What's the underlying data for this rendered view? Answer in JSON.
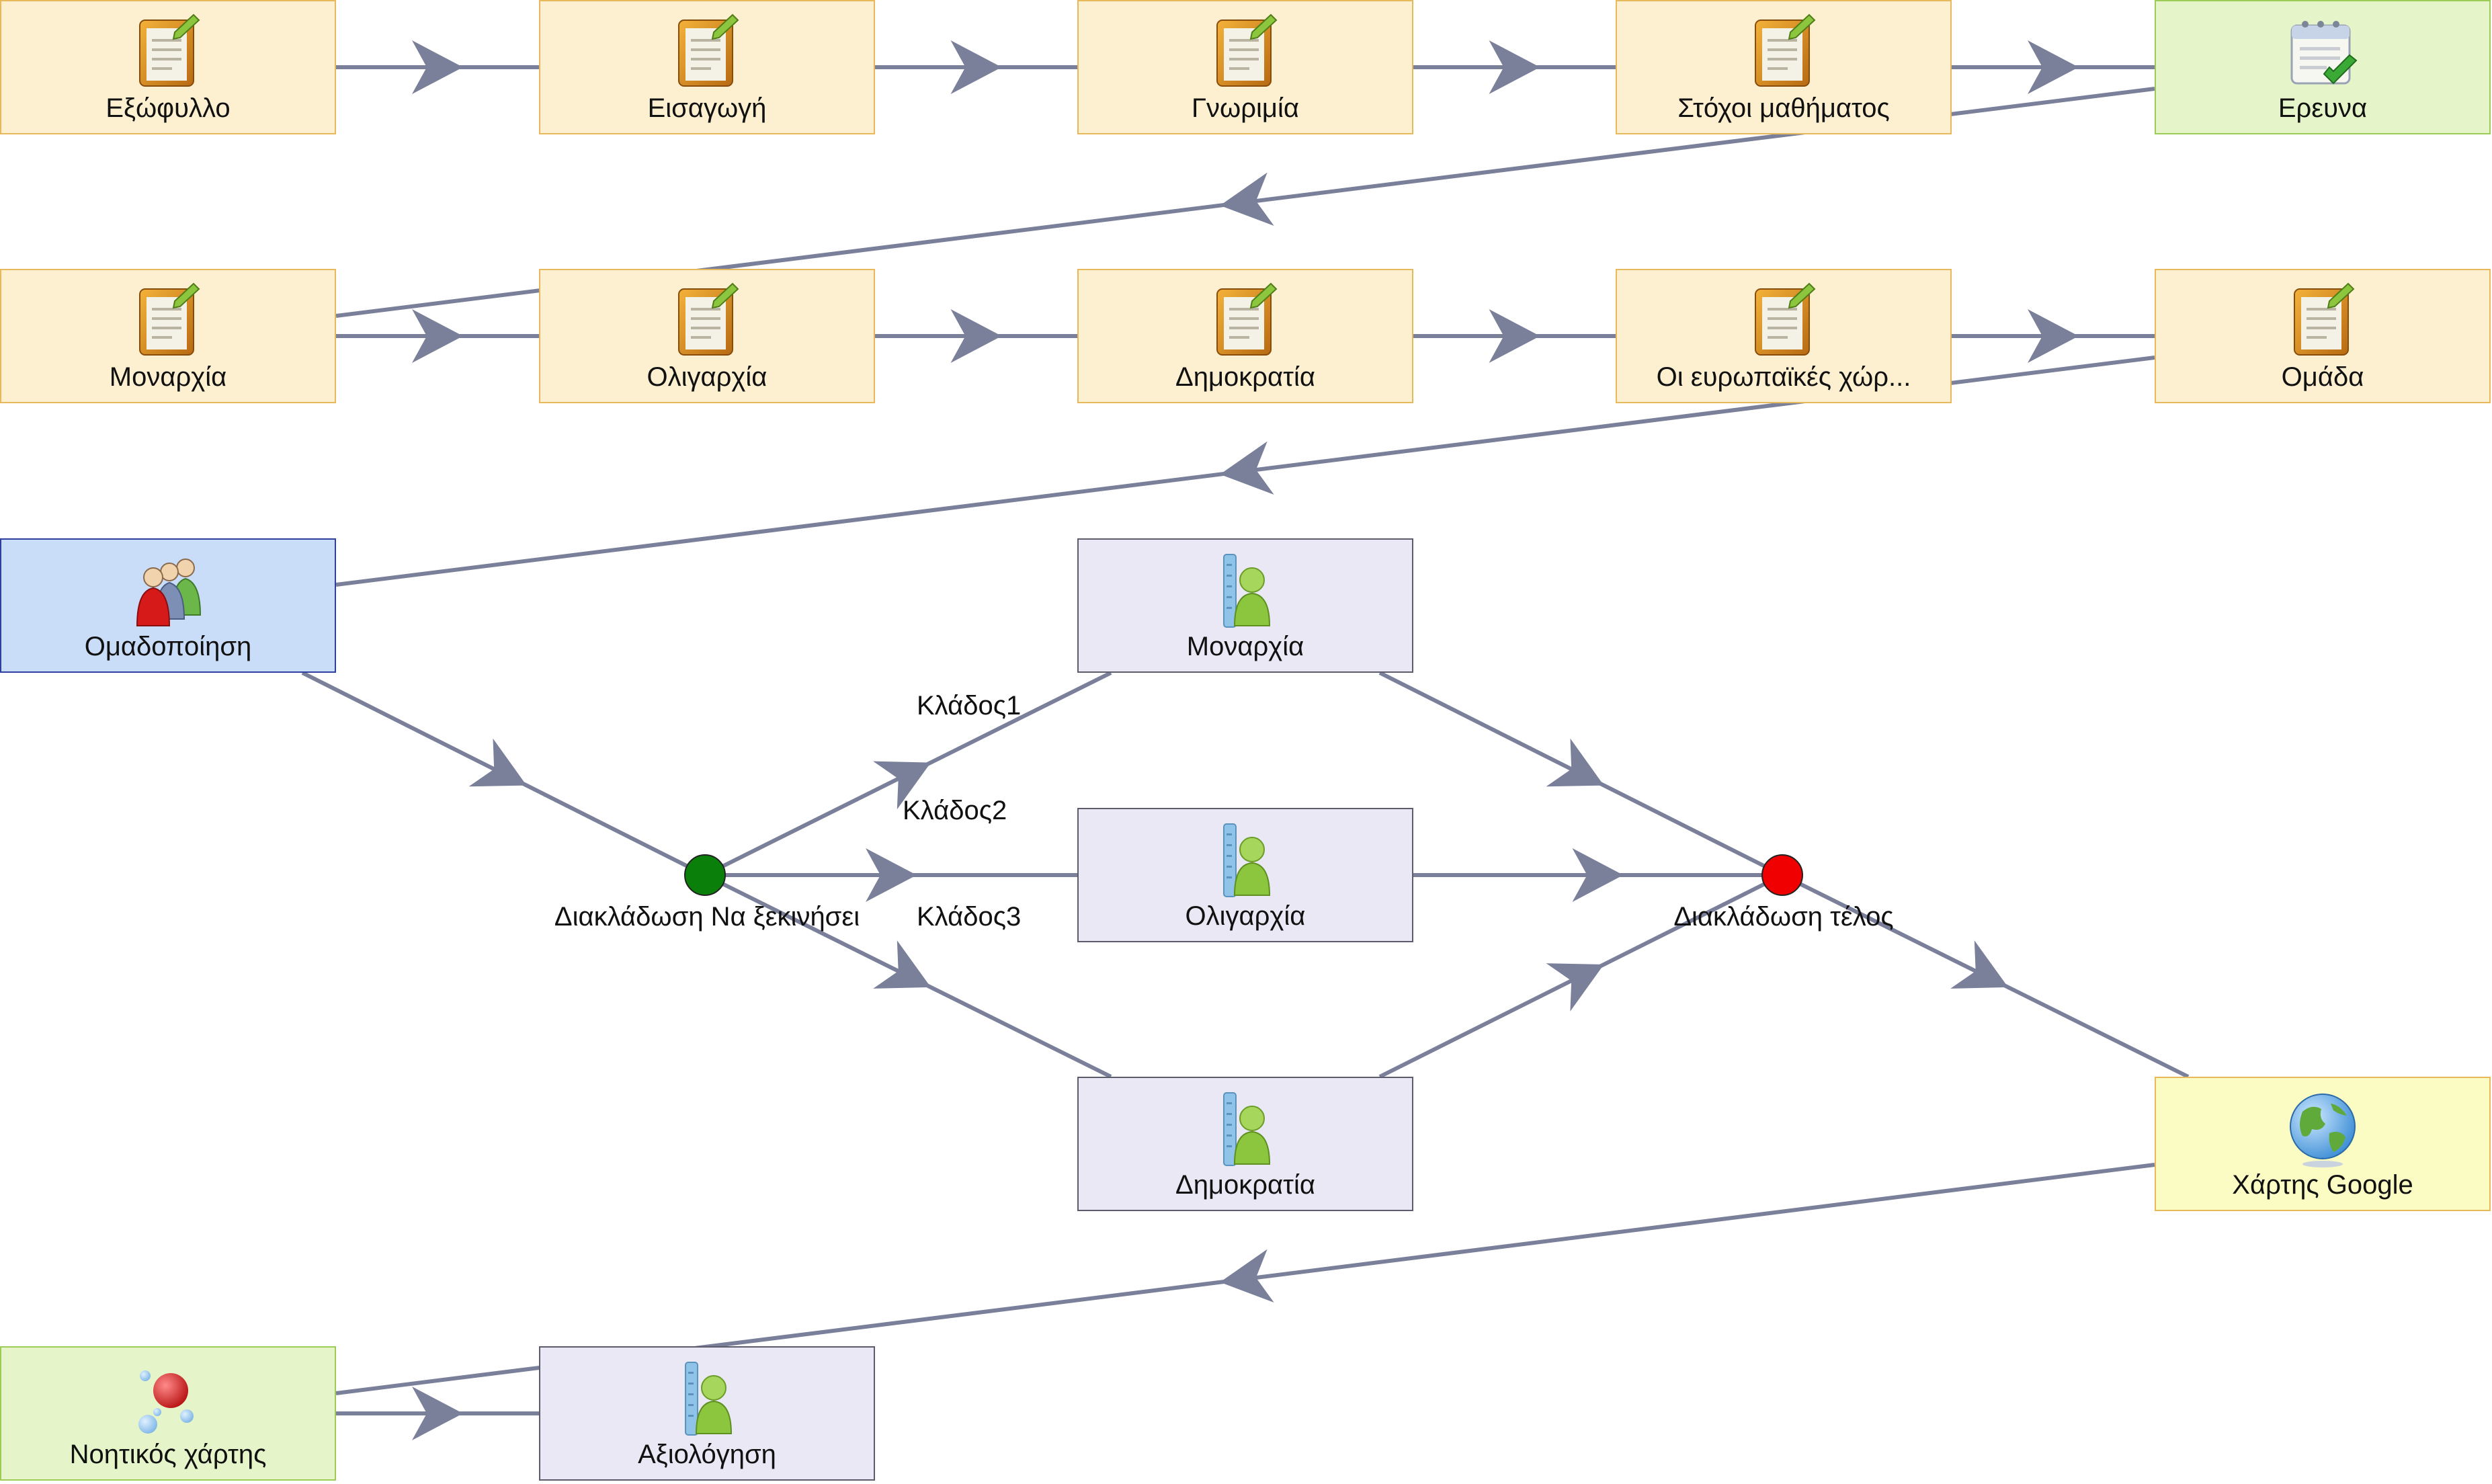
{
  "colors": {
    "edge": "#7a7f9a",
    "page_node_fill": "#fdf0d0",
    "page_node_border": "#e8b95b",
    "done_node_fill": "#e6f5c9",
    "group_node_fill": "#c9dcf8",
    "branch_node_fill": "#eae8f4",
    "map_node_fill": "#fbfbc4",
    "gate_start": "#0a7f0a",
    "gate_end": "#f00000"
  },
  "nodes": {
    "cover": {
      "label": "Εξώφυλλο",
      "icon": "notepad-icon"
    },
    "intro": {
      "label": "Εισαγωγή",
      "icon": "notepad-icon"
    },
    "meet": {
      "label": "Γνωριμία",
      "icon": "notepad-icon"
    },
    "goals": {
      "label": "Στόχοι μαθήματος",
      "icon": "notepad-icon"
    },
    "research": {
      "label": "Ερευνα",
      "icon": "calendar-check-icon"
    },
    "monarchy": {
      "label": "Μοναρχία",
      "icon": "notepad-icon"
    },
    "oligarchy": {
      "label": "Ολιγαρχία",
      "icon": "notepad-icon"
    },
    "democracy": {
      "label": "Δημοκρατία",
      "icon": "notepad-icon"
    },
    "eu_countries": {
      "label": "Οι ευρωπαϊκές χώρ...",
      "icon": "notepad-icon"
    },
    "team": {
      "label": "Ομάδα",
      "icon": "notepad-icon"
    },
    "grouping": {
      "label": "Ομαδοποίηση",
      "icon": "people-group-icon"
    },
    "br_monarchy": {
      "label": "Μοναρχία",
      "icon": "learner-icon"
    },
    "br_oligarchy": {
      "label": "Ολιγαρχία",
      "icon": "learner-icon"
    },
    "br_democracy": {
      "label": "Δημοκρατία",
      "icon": "learner-icon"
    },
    "google_map": {
      "label": "Χάρτης Google",
      "icon": "globe-icon"
    },
    "mind_map": {
      "label": "Νοητικός χάρτης",
      "icon": "molecule-icon"
    },
    "evaluation": {
      "label": "Αξιολόγηση",
      "icon": "learner-icon"
    }
  },
  "gates": {
    "start": {
      "label": "Διακλάδωση Να ξεκινήσει"
    },
    "end": {
      "label": "Διακλάδωση τέλος"
    }
  },
  "branches": {
    "b1": "Κλάδος1",
    "b2": "Κλάδος2",
    "b3": "Κλάδος3"
  }
}
